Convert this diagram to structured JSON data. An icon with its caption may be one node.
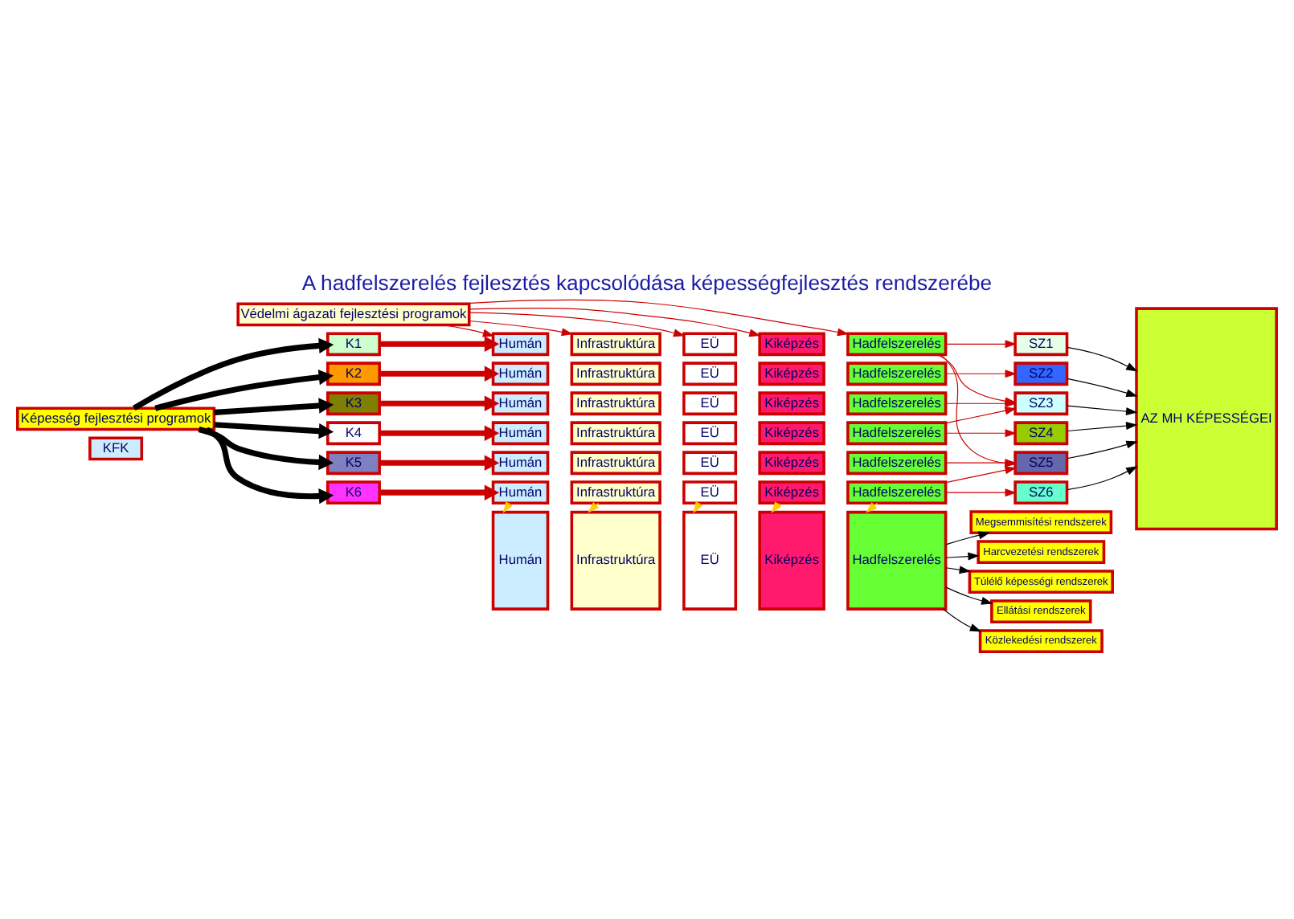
{
  "diagram": {
    "title": "A hadfelszerelés fejlesztés kapcsolódása képességfejlesztés rendszerébe",
    "nodes": [
      {
        "text": [
          "Képesség fejlesztési programok"
        ]
      },
      {
        "text": [
          "KFK"
        ]
      },
      {
        "text": [
          "Védelmi ágazati fejlesztési programok"
        ]
      },
      {
        "text": [
          "K1"
        ]
      },
      {
        "text": [
          "Humán"
        ]
      },
      {
        "text": [
          "Infrastruktúra"
        ]
      },
      {
        "text": [
          "EÜ"
        ]
      },
      {
        "text": [
          "Kiképzés"
        ]
      },
      {
        "text": [
          "Hadfelszerelés"
        ]
      },
      {
        "text": [
          "K2"
        ]
      },
      {
        "text": [
          "Humán"
        ]
      },
      {
        "text": [
          "Infrastruktúra"
        ]
      },
      {
        "text": [
          "EÜ"
        ]
      },
      {
        "text": [
          "Kiképzés"
        ]
      },
      {
        "text": [
          "Hadfelszerelés"
        ]
      },
      {
        "text": [
          "K3"
        ]
      },
      {
        "text": [
          "Humán"
        ]
      },
      {
        "text": [
          "Infrastruktúra"
        ]
      },
      {
        "text": [
          "EÜ"
        ]
      },
      {
        "text": [
          "Kiképzés"
        ]
      },
      {
        "text": [
          "Hadfelszerelés"
        ]
      },
      {
        "text": [
          "K4"
        ]
      },
      {
        "text": [
          "Humán"
        ]
      },
      {
        "text": [
          "Infrastruktúra"
        ]
      },
      {
        "text": [
          "EÜ"
        ]
      },
      {
        "text": [
          "Kiképzés"
        ]
      },
      {
        "text": [
          "Hadfelszerelés"
        ]
      },
      {
        "text": [
          "K5"
        ]
      },
      {
        "text": [
          "Humán"
        ]
      },
      {
        "text": [
          "Infrastruktúra"
        ]
      },
      {
        "text": [
          "EÜ"
        ]
      },
      {
        "text": [
          "Kiképzés"
        ]
      },
      {
        "text": [
          "Hadfelszerelés"
        ]
      },
      {
        "text": [
          "K6"
        ]
      },
      {
        "text": [
          "Humán"
        ]
      },
      {
        "text": [
          "Infrastruktúra"
        ]
      },
      {
        "text": [
          "EÜ"
        ]
      },
      {
        "text": [
          "Kiképzés"
        ]
      },
      {
        "text": [
          "Hadfelszerelés"
        ]
      },
      {
        "text": [
          "SZ1"
        ]
      },
      {
        "text": [
          "SZ2"
        ]
      },
      {
        "text": [
          "SZ3"
        ]
      },
      {
        "text": [
          "SZ4"
        ]
      },
      {
        "text": [
          "SZ5"
        ]
      },
      {
        "text": [
          "SZ6"
        ]
      },
      {
        "text": [
          "AZ MH KÉPESSÉGEI"
        ]
      },
      {
        "text": [
          "Humán"
        ]
      },
      {
        "text": [
          "Infrastruktúra"
        ]
      },
      {
        "text": [
          "EÜ"
        ]
      },
      {
        "text": [
          "Kiképzés"
        ]
      },
      {
        "text": [
          "Hadfelszerelés"
        ]
      },
      {
        "text": [
          "Megsemmisítési rendszerek"
        ]
      },
      {
        "text": [
          "Harcvezetési rendszerek"
        ]
      },
      {
        "text": [
          "Túlélő képességi rendszerek"
        ]
      },
      {
        "text": [
          "Ellátási rendszerek"
        ]
      },
      {
        "text": [
          "Közlekedési rendszerek"
        ]
      }
    ],
    "edges": [
      {
        "from": 0,
        "to": 3,
        "arrow": "to",
        "style": "thick",
        "color": "#000000"
      },
      {
        "from": 0,
        "to": 9,
        "arrow": "to",
        "style": "thick",
        "color": "#000000"
      },
      {
        "from": 0,
        "to": 15,
        "arrow": "to",
        "style": "thick",
        "color": "#000000"
      },
      {
        "from": 0,
        "to": 21,
        "arrow": "to",
        "style": "thick",
        "color": "#000000"
      },
      {
        "from": 0,
        "to": 27,
        "arrow": "to",
        "style": "thick",
        "color": "#000000"
      },
      {
        "from": 0,
        "to": 33,
        "arrow": "to",
        "style": "thick",
        "color": "#000000"
      },
      {
        "from": 2,
        "to": 4,
        "arrow": "to"
      },
      {
        "from": 2,
        "to": 5,
        "arrow": "to"
      },
      {
        "from": 2,
        "to": 6,
        "arrow": "to"
      },
      {
        "from": 2,
        "to": 7,
        "arrow": "to"
      },
      {
        "from": 2,
        "to": 8,
        "arrow": "to"
      },
      {
        "from": 3,
        "to": 4,
        "arrow": "to",
        "style": "thick"
      },
      {
        "from": 9,
        "to": 10,
        "arrow": "to",
        "style": "thick"
      },
      {
        "from": 15,
        "to": 16,
        "arrow": "to",
        "style": "thick"
      },
      {
        "from": 21,
        "to": 22,
        "arrow": "to",
        "style": "thick"
      },
      {
        "from": 27,
        "to": 28,
        "arrow": "to",
        "style": "thick"
      },
      {
        "from": 33,
        "to": 34,
        "arrow": "to",
        "style": "thick"
      },
      {
        "from": 8,
        "to": 39,
        "arrow": "to"
      },
      {
        "from": 8,
        "to": 41,
        "arrow": "to"
      },
      {
        "from": 8,
        "to": 43,
        "arrow": "to"
      },
      {
        "from": 14,
        "to": 40,
        "arrow": "to"
      },
      {
        "from": 20,
        "to": 41,
        "arrow": "to"
      },
      {
        "from": 26,
        "to": 42,
        "arrow": "to"
      },
      {
        "from": 26,
        "to": 41,
        "arrow": "to"
      },
      {
        "from": 32,
        "to": 43,
        "arrow": "to"
      },
      {
        "from": 38,
        "to": 44,
        "arrow": "to"
      },
      {
        "from": 38,
        "to": 43,
        "arrow": "to"
      },
      {
        "from": 39,
        "to": 45,
        "arrow": "to",
        "color": "#000000"
      },
      {
        "from": 40,
        "to": 45,
        "arrow": "to",
        "color": "#000000"
      },
      {
        "from": 41,
        "to": 45,
        "arrow": "to",
        "color": "#000000"
      },
      {
        "from": 42,
        "to": 45,
        "arrow": "to",
        "color": "#000000"
      },
      {
        "from": 43,
        "to": 45,
        "arrow": "to",
        "color": "#000000"
      },
      {
        "from": 44,
        "to": 45,
        "arrow": "to",
        "color": "#000000"
      },
      {
        "from": 34,
        "to": 46,
        "arrow": "to",
        "color": "#ffcc00"
      },
      {
        "from": 35,
        "to": 47,
        "arrow": "to",
        "color": "#ffcc00"
      },
      {
        "from": 36,
        "to": 48,
        "arrow": "to",
        "color": "#ffcc00"
      },
      {
        "from": 37,
        "to": 49,
        "arrow": "to",
        "color": "#ffcc00"
      },
      {
        "from": 38,
        "to": 50,
        "arrow": "to",
        "color": "#ffcc00"
      },
      {
        "from": 50,
        "to": 51,
        "arrow": "to",
        "color": "#000000"
      },
      {
        "from": 50,
        "to": 52,
        "arrow": "to",
        "color": "#000000"
      },
      {
        "from": 50,
        "to": 53,
        "arrow": "to",
        "color": "#000000"
      },
      {
        "from": 50,
        "to": 54,
        "arrow": "to",
        "color": "#000000"
      },
      {
        "from": 50,
        "to": 55,
        "arrow": "to",
        "color": "#000000"
      }
    ]
  }
}
